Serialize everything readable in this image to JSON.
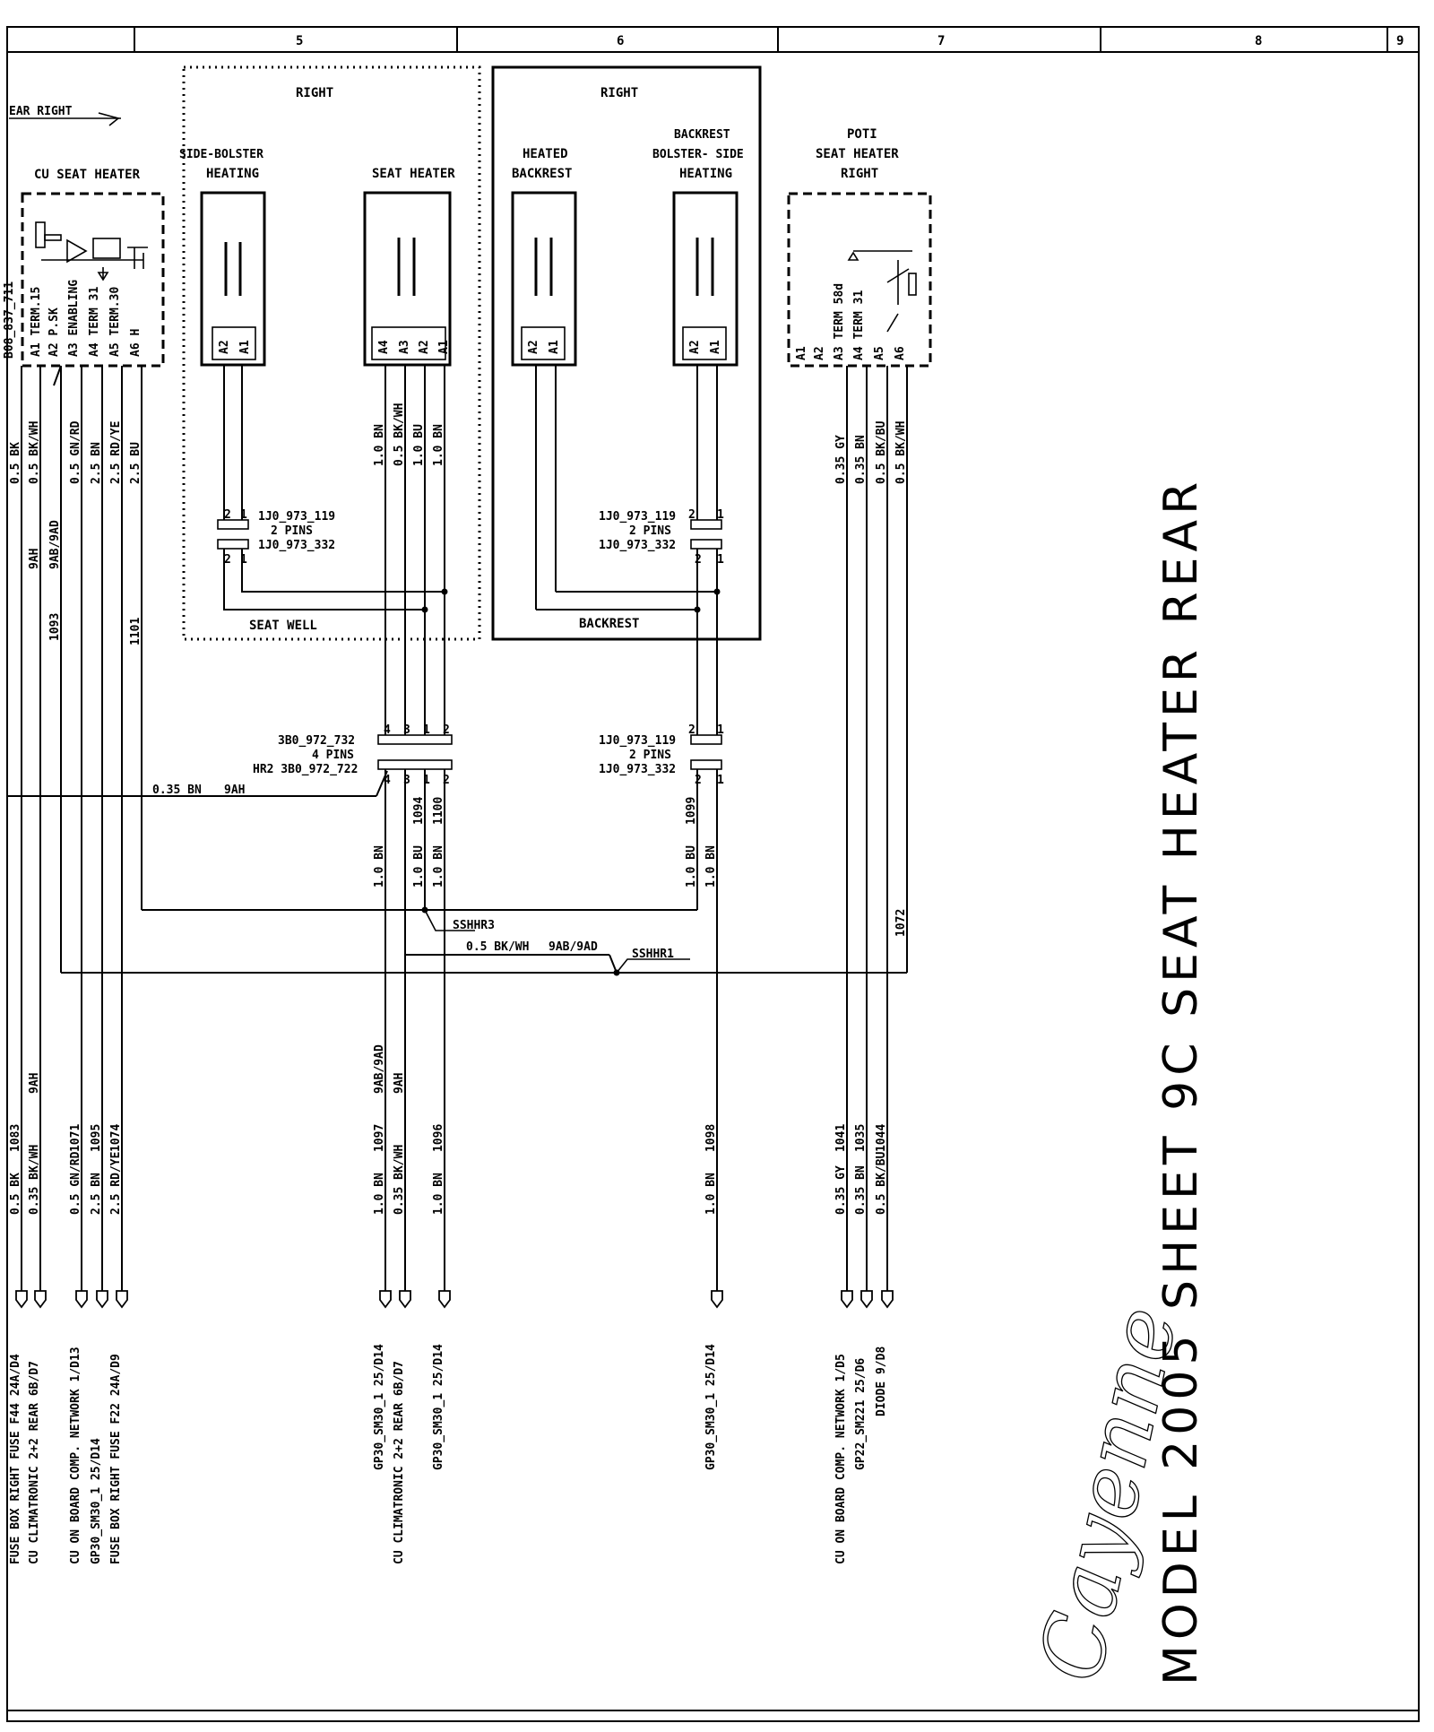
{
  "header": {
    "columns": [
      "5",
      "6",
      "7",
      "8",
      "9"
    ],
    "continuation_label": "EAR RIGHT"
  },
  "components": {
    "cu_seat_heater": {
      "title": "CU SEAT HEATER",
      "partial_pins_label": "B08_837_711",
      "pins": [
        "A1 TERM.15",
        "A2 P.SK",
        "A3 ENABLING",
        "A4 TERM 31",
        "A5 TERM.30",
        "A6 H"
      ]
    },
    "seat_well_group": {
      "right_label": "RIGHT",
      "side_bolster_title": [
        "SIDE-BOLSTER",
        "HEATING"
      ],
      "side_bolster_pins": [
        "A2",
        "A1"
      ],
      "seat_heater_title": "SEAT HEATER",
      "seat_heater_pins": [
        "A4",
        "A3",
        "A2",
        "A1"
      ],
      "seat_heater_wires": [
        "1.0 BN",
        "0.5 BK/WH",
        "1.0 BU",
        "1.0 BN"
      ],
      "connector_part_top": "1J0_973_119",
      "connector_pins": "2 PINS",
      "connector_part_bottom": "1J0_973_332",
      "connector_numbers_top": [
        "2",
        "1"
      ],
      "connector_numbers_bottom": [
        "2",
        "1"
      ],
      "footer": "SEAT WELL"
    },
    "backrest_group": {
      "right_label": "RIGHT",
      "heated_backrest_title": [
        "HEATED",
        "BACKREST"
      ],
      "heated_backrest_pins": [
        "A2",
        "A1"
      ],
      "bolster_title": [
        "BACKREST",
        "BOLSTER- SIDE",
        "HEATING"
      ],
      "bolster_pins": [
        "A2",
        "A1"
      ],
      "connector_part_top": "1J0_973_119",
      "connector_pins": "2 PINS",
      "connector_part_bottom": "1J0_973_332",
      "connector_numbers_top": [
        "2",
        "1"
      ],
      "connector_numbers_bottom": [
        "2",
        "1"
      ],
      "footer": "BACKREST"
    },
    "poti": {
      "title": [
        "POTI",
        "SEAT HEATER",
        "RIGHT"
      ],
      "pins": [
        "A1",
        "A2",
        "A3 TERM 58d",
        "A4 TERM 31",
        "A5",
        "A6"
      ],
      "wires": [
        "0.35 GY",
        "0.35 BN",
        "0.5 BK/BU",
        "0.5 BK/WH"
      ]
    }
  },
  "connectors": {
    "hr2": {
      "part_top": "3B0_972_732",
      "pins_label": "4 PINS",
      "part_bottom": "HR2 3B0_972_722",
      "numbers_top": [
        "4",
        "3",
        "1",
        "2"
      ],
      "numbers_bottom": [
        "4",
        "3",
        "1",
        "2"
      ]
    },
    "backrest_lower": {
      "part_top": "1J0_973_119",
      "pins_label": "2 PINS",
      "part_bottom": "1J0_973_332",
      "numbers_top": [
        "2",
        "1"
      ],
      "numbers_bottom": [
        "2",
        "1"
      ]
    }
  },
  "cu_wires_upper": [
    "0.5 BK",
    "0.5 BK/WH",
    "0.5 GN/RD",
    "2.5 BN",
    "2.5 RD/YE",
    "2.5 BU"
  ],
  "cu_wire_notes": [
    "9AH",
    "9AB/9AD",
    "1093",
    "1101"
  ],
  "midwire": {
    "label": "0.35 BN",
    "code": "9AH",
    "hr2_ids": [
      "1094",
      "1100",
      "1099"
    ],
    "hr2_wires": [
      "1.0 BN",
      "1.0 BU",
      "1.0 BN"
    ],
    "backrest_wires": [
      "1.0 BU",
      "1.0 BN"
    ],
    "splice_ssmhr3": "SSHHR3",
    "splice_wire": "0.5 BK/WH",
    "splice_code": "9AB/9AD",
    "splice_ssmhr1": "SSHHR1",
    "poti_id": "1072"
  },
  "lower_wires": {
    "left": [
      "0.5 BK",
      "0.35 BK/WH",
      "0.5 GN/RD",
      "2.5 BN",
      "2.5 RD/YE"
    ],
    "left_ids": [
      "1083",
      "9AH",
      "1071",
      "1095",
      "1074"
    ],
    "mid": [
      "1.0 BN",
      "0.35 BK/WH",
      "1.0 BN"
    ],
    "mid_ids": [
      "1097",
      "9AB/9AD",
      "9AH",
      "1096"
    ],
    "right": [
      "1.0 BN"
    ],
    "right_ids": [
      "1098"
    ],
    "poti": [
      "0.35 GY",
      "0.35 BN",
      "0.5 BK/BU"
    ],
    "poti_ids": [
      "1041",
      "1035",
      "1044"
    ]
  },
  "destinations": [
    "FUSE BOX RIGHT FUSE F44 24A/D4",
    "CU CLIMATRONIC 2+2 REAR 6B/D7",
    "CU ON BOARD COMP. NETWORK 1/D13",
    "GP30_SM30_1 25/D14",
    "FUSE BOX RIGHT FUSE F22 24A/D9",
    "GP30_SM30_1 25/D14",
    "CU CLIMATRONIC 2+2 REAR 6B/D7",
    "GP30_SM30_1 25/D14",
    "GP30_SM30_1 25/D14",
    "CU ON BOARD COMP. NETWORK 1/D5",
    "GP22_SM221 25/D6",
    "DIODE 9/D8"
  ],
  "title_block": {
    "logo": "Cayenne",
    "title": "MODEL 2005 SHEET 9C SEAT HEATER REAR"
  }
}
